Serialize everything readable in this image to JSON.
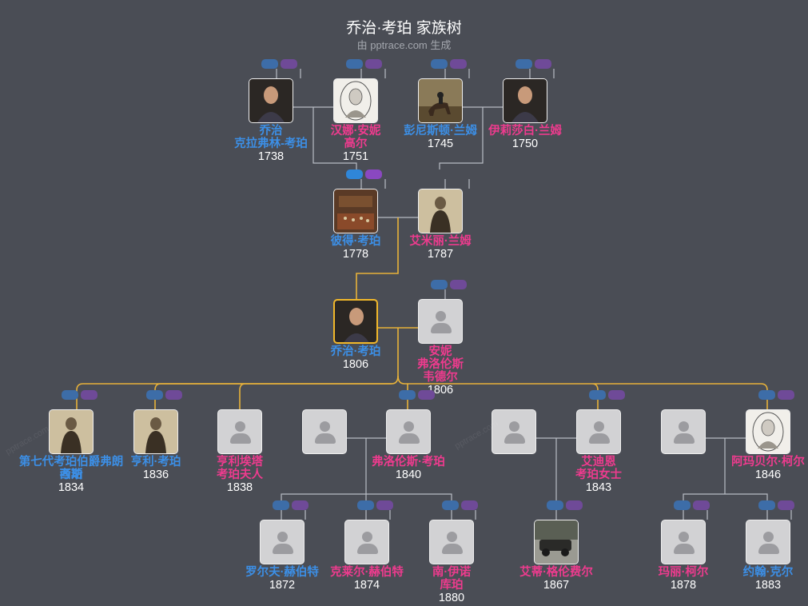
{
  "header": {
    "title": "乔治·考珀 家族树",
    "subtitle": "由 pptrace.com 生成"
  },
  "watermark": "pptrace.com",
  "colors": {
    "background": "#4a4d55",
    "male": "#3c8fe6",
    "female": "#ee3b8e",
    "focus_line": "#e8b23a",
    "line": "#b8bcc4"
  },
  "people": [
    {
      "id": "p1",
      "name_lines": [
        "乔治",
        "克拉弗林-考珀"
      ],
      "year": "1738",
      "gender": "m",
      "photo": "portrait-painting"
    },
    {
      "id": "p2",
      "name_lines": [
        "汉娜·安妮",
        "高尔"
      ],
      "year": "1751",
      "gender": "f",
      "photo": "oval-engraving"
    },
    {
      "id": "p3",
      "name_lines": [
        "彭尼斯顿·兰姆"
      ],
      "year": "1745",
      "gender": "m",
      "photo": "equestrian-painting"
    },
    {
      "id": "p4",
      "name_lines": [
        "伊莉莎白·兰姆"
      ],
      "year": "1750",
      "gender": "f",
      "photo": "portrait-painting"
    },
    {
      "id": "p5",
      "name_lines": [
        "彼得·考珀"
      ],
      "year": "1778",
      "gender": "m",
      "photo": "chamber-painting"
    },
    {
      "id": "p6",
      "name_lines": [
        "艾米丽·兰姆"
      ],
      "year": "1787",
      "gender": "f",
      "photo": "sepia-photo"
    },
    {
      "id": "p7",
      "name_lines": [
        "乔治·考珀"
      ],
      "year": "1806",
      "gender": "m",
      "photo": "portrait-painting",
      "focus": true
    },
    {
      "id": "p8",
      "name_lines": [
        "安妮",
        "弗洛伦斯",
        "韦德尔"
      ],
      "year": "1806",
      "gender": "f",
      "photo": "none"
    },
    {
      "id": "c1",
      "name_lines": [
        "第七代考珀伯爵弗朗西斯",
        "考珀"
      ],
      "year": "1834",
      "gender": "m",
      "photo": "sepia-photo"
    },
    {
      "id": "c2",
      "name_lines": [
        "亨利·考珀"
      ],
      "year": "1836",
      "gender": "m",
      "photo": "sepia-photo"
    },
    {
      "id": "c3",
      "name_lines": [
        "亨利埃塔",
        "考珀夫人"
      ],
      "year": "1838",
      "gender": "f",
      "photo": "none"
    },
    {
      "id": "c4s",
      "name_lines": [],
      "year": "",
      "gender": "m",
      "photo": "none"
    },
    {
      "id": "c4",
      "name_lines": [
        "弗洛伦斯·考珀"
      ],
      "year": "1840",
      "gender": "f",
      "photo": "none"
    },
    {
      "id": "c5s",
      "name_lines": [],
      "year": "",
      "gender": "m",
      "photo": "none"
    },
    {
      "id": "c5",
      "name_lines": [
        "艾迪恩",
        "考珀女士"
      ],
      "year": "1843",
      "gender": "f",
      "photo": "none"
    },
    {
      "id": "c6s",
      "name_lines": [],
      "year": "",
      "gender": "m",
      "photo": "none"
    },
    {
      "id": "c6",
      "name_lines": [
        "阿玛贝尔·柯尔"
      ],
      "year": "1846",
      "gender": "f",
      "photo": "oval-engraving"
    },
    {
      "id": "g1",
      "name_lines": [
        "罗尔夫·赫伯特"
      ],
      "year": "1872",
      "gender": "m",
      "photo": "none"
    },
    {
      "id": "g2",
      "name_lines": [
        "克莱尔·赫伯特"
      ],
      "year": "1874",
      "gender": "f",
      "photo": "none"
    },
    {
      "id": "g3",
      "name_lines": [
        "南·伊诺",
        "库珀"
      ],
      "year": "1880",
      "gender": "f",
      "photo": "none"
    },
    {
      "id": "g4",
      "name_lines": [
        "艾蒂·格伦费尔"
      ],
      "year": "1867",
      "gender": "f",
      "photo": "car-photo"
    },
    {
      "id": "g5",
      "name_lines": [
        "玛丽·柯尔"
      ],
      "year": "1878",
      "gender": "f",
      "photo": "none"
    },
    {
      "id": "g6",
      "name_lines": [
        "约翰·克尔"
      ],
      "year": "1883",
      "gender": "m",
      "photo": "none"
    }
  ]
}
